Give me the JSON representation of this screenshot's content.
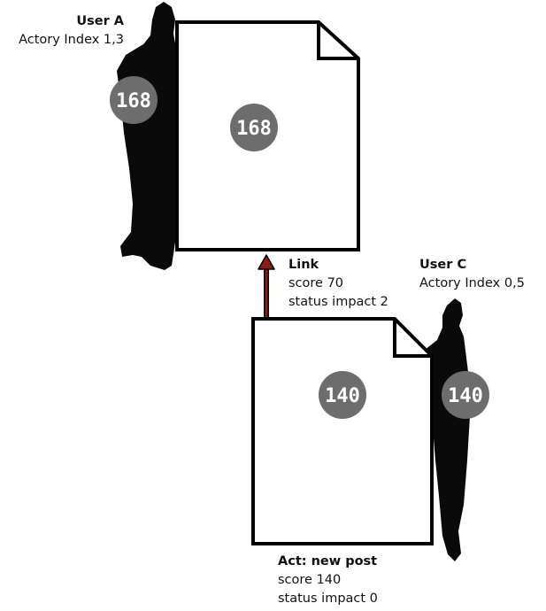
{
  "user_a": {
    "name": "User A",
    "index_label": "Actory Index 1,3",
    "badge": "168"
  },
  "user_c": {
    "name": "User C",
    "index_label": "Actory Index 0,5",
    "badge": "140"
  },
  "document_a": {
    "badge": "168"
  },
  "document_c": {
    "badge": "140"
  },
  "link": {
    "title": "Link",
    "score": "score 70",
    "status": "status impact 2"
  },
  "act": {
    "title": "Act: new post",
    "score": "score 140",
    "status": "status impact 0"
  },
  "colors": {
    "silhouette": "#0a0a0a",
    "badge": "#6d6d6d",
    "arrow": "#8b1a1a",
    "document_border": "#000000"
  }
}
